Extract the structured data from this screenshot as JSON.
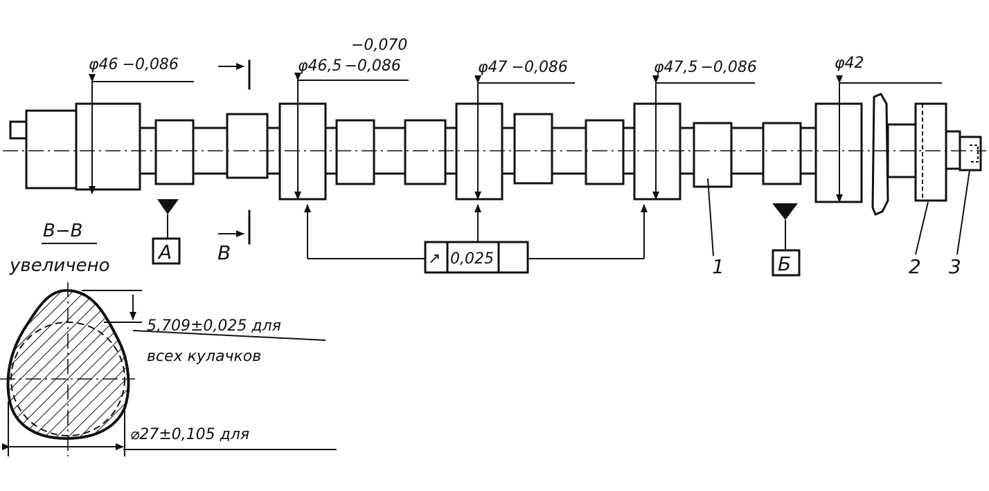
{
  "dimensions": {
    "d1": {
      "prefix": "φ46",
      "tol": "−0,086"
    },
    "d2": {
      "prefix": "φ46,5",
      "tol": "−0,086",
      "upper": "−0,070"
    },
    "d3": {
      "prefix": "φ47",
      "tol": "−0,086"
    },
    "d4": {
      "prefix": "φ47,5",
      "tol": "−0,086"
    },
    "d5": {
      "prefix": "φ42"
    }
  },
  "datums": {
    "a": "А",
    "b": "Б"
  },
  "section_mark": "В",
  "tolerance_frame": {
    "symbol": "↗",
    "value": "0,025"
  },
  "callouts": [
    "1",
    "2",
    "3"
  ],
  "section": {
    "title": "В−В",
    "subtitle": "увеличено",
    "lift_line1": "5,709±0,025 для",
    "lift_line2": "всех кулачков",
    "base_dim": "⌀27±0,105 для"
  }
}
